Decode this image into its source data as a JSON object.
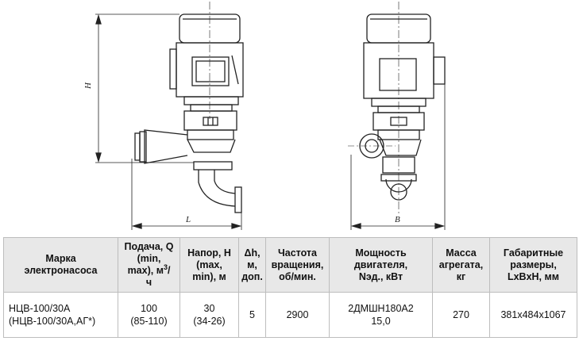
{
  "drawing": {
    "dim_h": "H",
    "dim_l": "L",
    "dim_b": "B"
  },
  "table": {
    "headers": {
      "model": [
        "Марка",
        "электронасоса"
      ],
      "flow": [
        "Подача, Q",
        "(min,",
        "max), м",
        "3",
        "/",
        "ч"
      ],
      "head": [
        "Напор, Н",
        "(max,",
        "min), м"
      ],
      "dh": [
        "Δh,",
        "м,",
        "доп."
      ],
      "speed": [
        "Частота",
        "вращения,",
        "об/мин."
      ],
      "power": [
        "Мощность",
        "двигателя,",
        "Nэд., кВт"
      ],
      "mass": [
        "Масса",
        "агрегата,",
        "кг"
      ],
      "dims": [
        "Габаритные",
        "размеры,",
        "LxBxH, мм"
      ]
    },
    "row": {
      "model": [
        "НЦВ-100/30А",
        "(НЦВ-100/30А,АГ*)"
      ],
      "flow": [
        "100",
        "(85-110)"
      ],
      "head": [
        "30",
        "(34-26)"
      ],
      "dh": "5",
      "speed": "2900",
      "power": [
        "2ДМШН180А2",
        "15,0"
      ],
      "mass": "270",
      "dims": "381x484x1067"
    }
  }
}
